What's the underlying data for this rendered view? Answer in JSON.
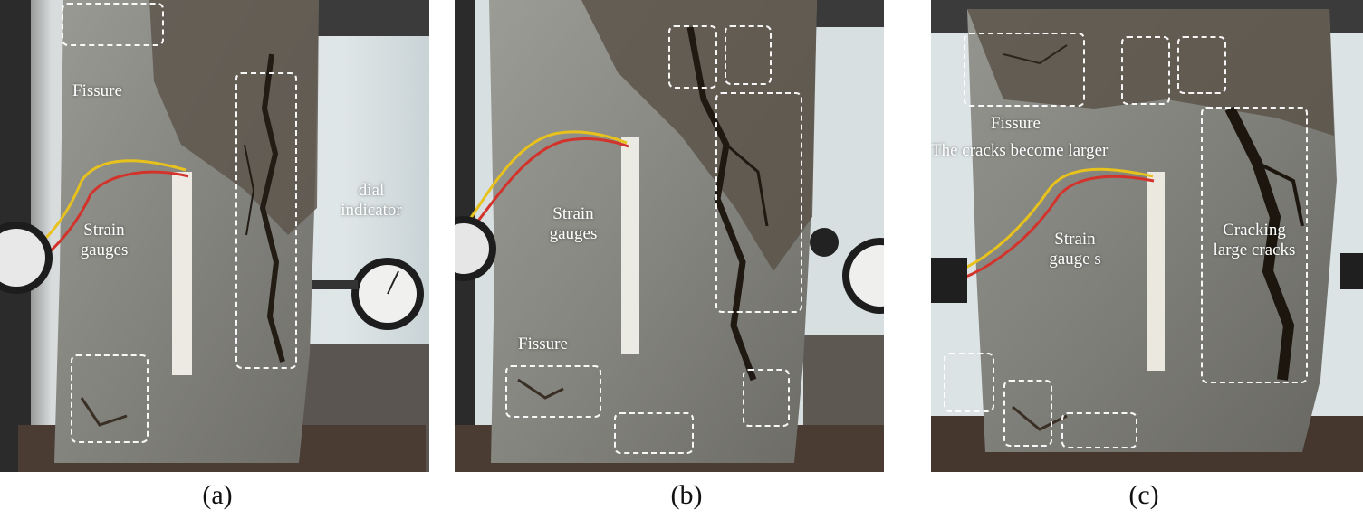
{
  "panels": [
    {
      "caption": "(a)",
      "labels": {
        "fissure": "Fissure",
        "strain_gauges": "Strain gauges",
        "dial_indicator": "dial indicator"
      }
    },
    {
      "caption": "(b)",
      "labels": {
        "strain_gauges": "Strain gauges",
        "fissure": "Fissure"
      }
    },
    {
      "caption": "(c)",
      "labels": {
        "fissure": "Fissure",
        "cracks_larger": "The cracks become larger",
        "strain_gauges": "Strain gauge s",
        "cracking": "Cracking large cracks"
      }
    }
  ],
  "colors": {
    "concrete": "#8a8a86",
    "crack": "#2a241c",
    "wire_yellow": "#e8c21c",
    "wire_red": "#d2332b",
    "annotation": "#ffffff"
  }
}
